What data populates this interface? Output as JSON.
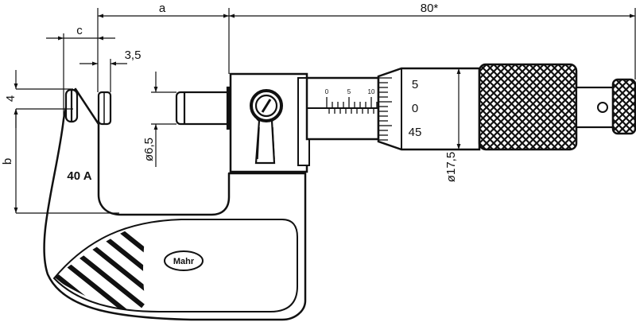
{
  "dimensions": {
    "a": "a",
    "length_total": "80*",
    "c": "c",
    "anvil_width": "3,5",
    "frame_thickness": "4",
    "throat_depth": "b",
    "spindle_diameter": "ø6,5",
    "thimble_diameter": "ø17,5"
  },
  "sleeve_scale": {
    "labels": [
      "0",
      "5",
      "10"
    ]
  },
  "thimble_scale": {
    "labels": [
      "5",
      "0",
      "45"
    ]
  },
  "model": "40 A",
  "brand": "Mahr"
}
